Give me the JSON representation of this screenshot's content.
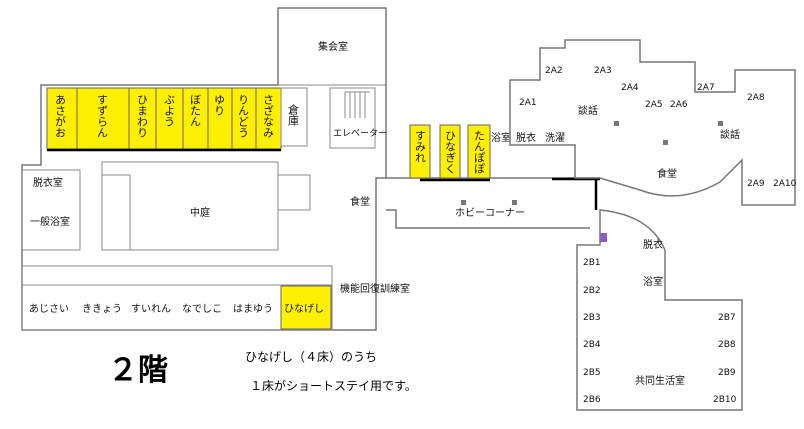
{
  "floor_label": "２階",
  "notes": [
    "ひなげし（４床）のうち",
    "１床がショートステイ用です。"
  ],
  "rooms_top_row": [
    "あさがお",
    "すずらん",
    "ひまわり",
    "ぶよう",
    "ぼたん",
    "ゆり",
    "りんどう",
    "さざなみ"
  ],
  "rooms_bottom_row": [
    "あじさい",
    "ききょう",
    "すいれん",
    "なでしこ",
    "はまゆう",
    "ひなげし"
  ],
  "rooms_center": [
    "すみれ",
    "ひなぎく",
    "たんぽぽ"
  ],
  "labels": {
    "assembly": "集会室",
    "storage": "倉庫",
    "elevator": "エレベーター",
    "dressing_left": "脱衣室",
    "general_bath": "一般浴室",
    "courtyard": "中庭",
    "dining_left": "食堂",
    "rehab": "機能回復訓練室",
    "bath_center": "浴室",
    "dressing_center": "脱衣",
    "laundry": "洗濯",
    "hobby_corner": "ホビーコーナー",
    "dining_right": "食堂",
    "lounge1": "談話",
    "lounge2": "談話",
    "dressing_right": "脱衣",
    "bath_right": "浴室",
    "common_living": "共同生活室"
  },
  "units_2a": [
    "2A1",
    "2A2",
    "2A3",
    "2A4",
    "2A5",
    "2A6",
    "2A7",
    "2A8",
    "2A9",
    "2A10"
  ],
  "units_2b": [
    "2B1",
    "2B2",
    "2B3",
    "2B4",
    "2B5",
    "2B6",
    "2B7",
    "2B8",
    "2B9",
    "2B10"
  ],
  "colors": {
    "highlight": "#ffef00",
    "wall": "#777777"
  }
}
